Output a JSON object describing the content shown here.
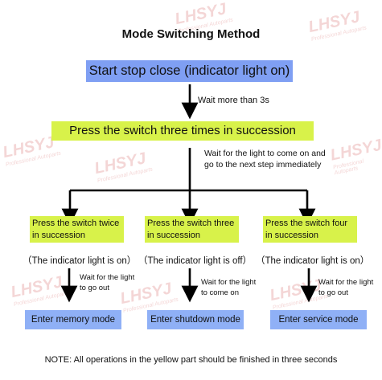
{
  "title": "Mode Switching Method",
  "start_step": "Start stop close (indicator light on)",
  "wait_step": "Wait more than 3s",
  "press_three_step": "Press the switch three times in succession",
  "wait_light": {
    "line1": "Wait for the light to come on and",
    "line2": "go to the next step immediately"
  },
  "branches": [
    {
      "press_line1": "Press the switch twice",
      "press_line2": "in succession",
      "indicator": "（The indicator light is on）",
      "wait_line1": "Wait for the light",
      "wait_line2": "to go out",
      "result": "Enter memory mode"
    },
    {
      "press_line1": "Press the switch three",
      "press_line2": "in succession",
      "indicator": "（The indicator light is off）",
      "wait_line1": "Wait for the light",
      "wait_line2": "to come on",
      "result": "Enter shutdown mode"
    },
    {
      "press_line1": "Press the switch four",
      "press_line2": "in succession",
      "indicator": "（The indicator light is on）",
      "wait_line1": "Wait for the light",
      "wait_line2": "to go out",
      "result": "Enter service mode"
    }
  ],
  "note": "NOTE: All operations in the yellow part should be finished in three seconds",
  "watermark": {
    "brand": "LHSYJ",
    "tagline": "Professional Autoparts"
  },
  "colors": {
    "blue_box": "#7f9ff3",
    "yellow_box": "#d8f24a",
    "light_blue_box": "#8fb0f6",
    "watermark": "#e7a6a6"
  }
}
